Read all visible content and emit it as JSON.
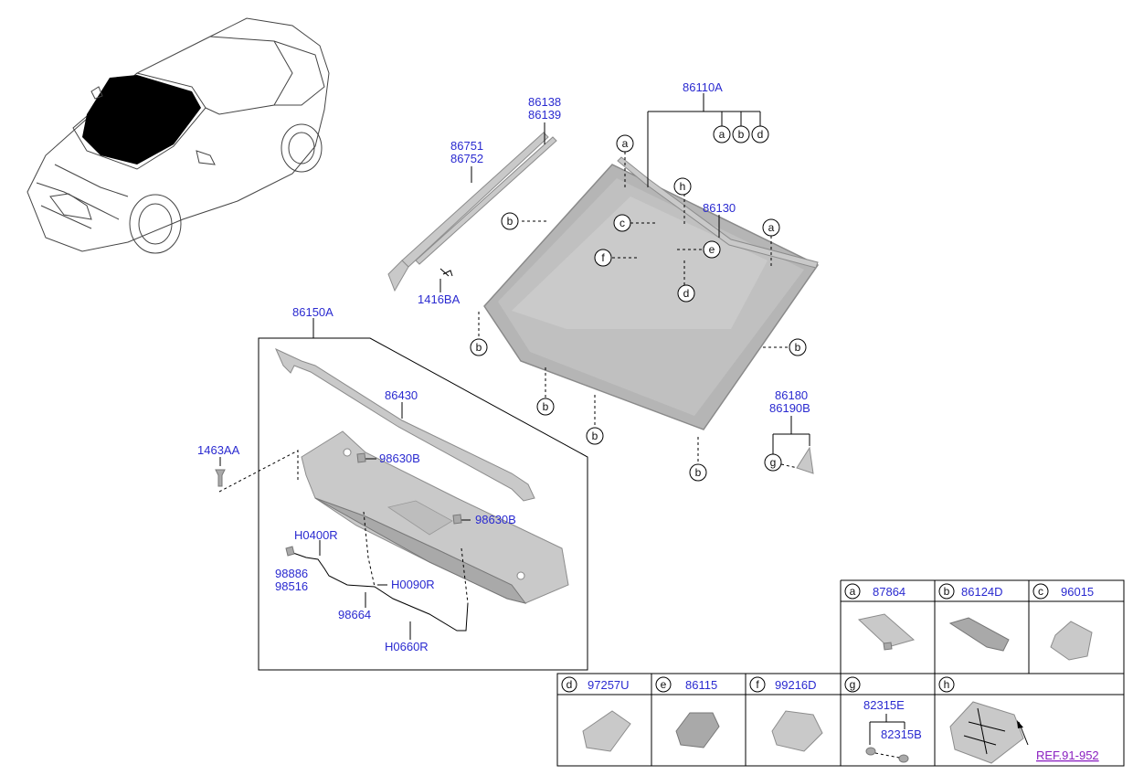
{
  "part_numbers": {
    "p86138": "86138",
    "p86139": "86139",
    "p86751": "86751",
    "p86752": "86752",
    "p1416BA": "1416BA",
    "p86110A": "86110A",
    "p86130": "86130",
    "p86180": "86180",
    "p86190B": "86190B",
    "p86150A": "86150A",
    "p86430": "86430",
    "p1463AA": "1463AA",
    "p98630B_1": "98630B",
    "p98630B_2": "98630B",
    "pH0400R": "H0400R",
    "p98886": "98886",
    "p98516": "98516",
    "pH0090R": "H0090R",
    "p98664": "98664",
    "pH0660R": "H0660R"
  },
  "callouts": {
    "a": "a",
    "b": "b",
    "c": "c",
    "d": "d",
    "e": "e",
    "f": "f",
    "g": "g",
    "h": "h"
  },
  "legend": {
    "cells": [
      {
        "letter": "a",
        "part": "87864"
      },
      {
        "letter": "b",
        "part": "86124D"
      },
      {
        "letter": "c",
        "part": "96015"
      },
      {
        "letter": "d",
        "part": "97257U"
      },
      {
        "letter": "e",
        "part": "86115"
      },
      {
        "letter": "f",
        "part": "99216D"
      },
      {
        "letter": "g",
        "part": "82315E",
        "sub_part": "82315B"
      },
      {
        "letter": "h",
        "part": "",
        "ref": "REF.91-952"
      }
    ]
  }
}
